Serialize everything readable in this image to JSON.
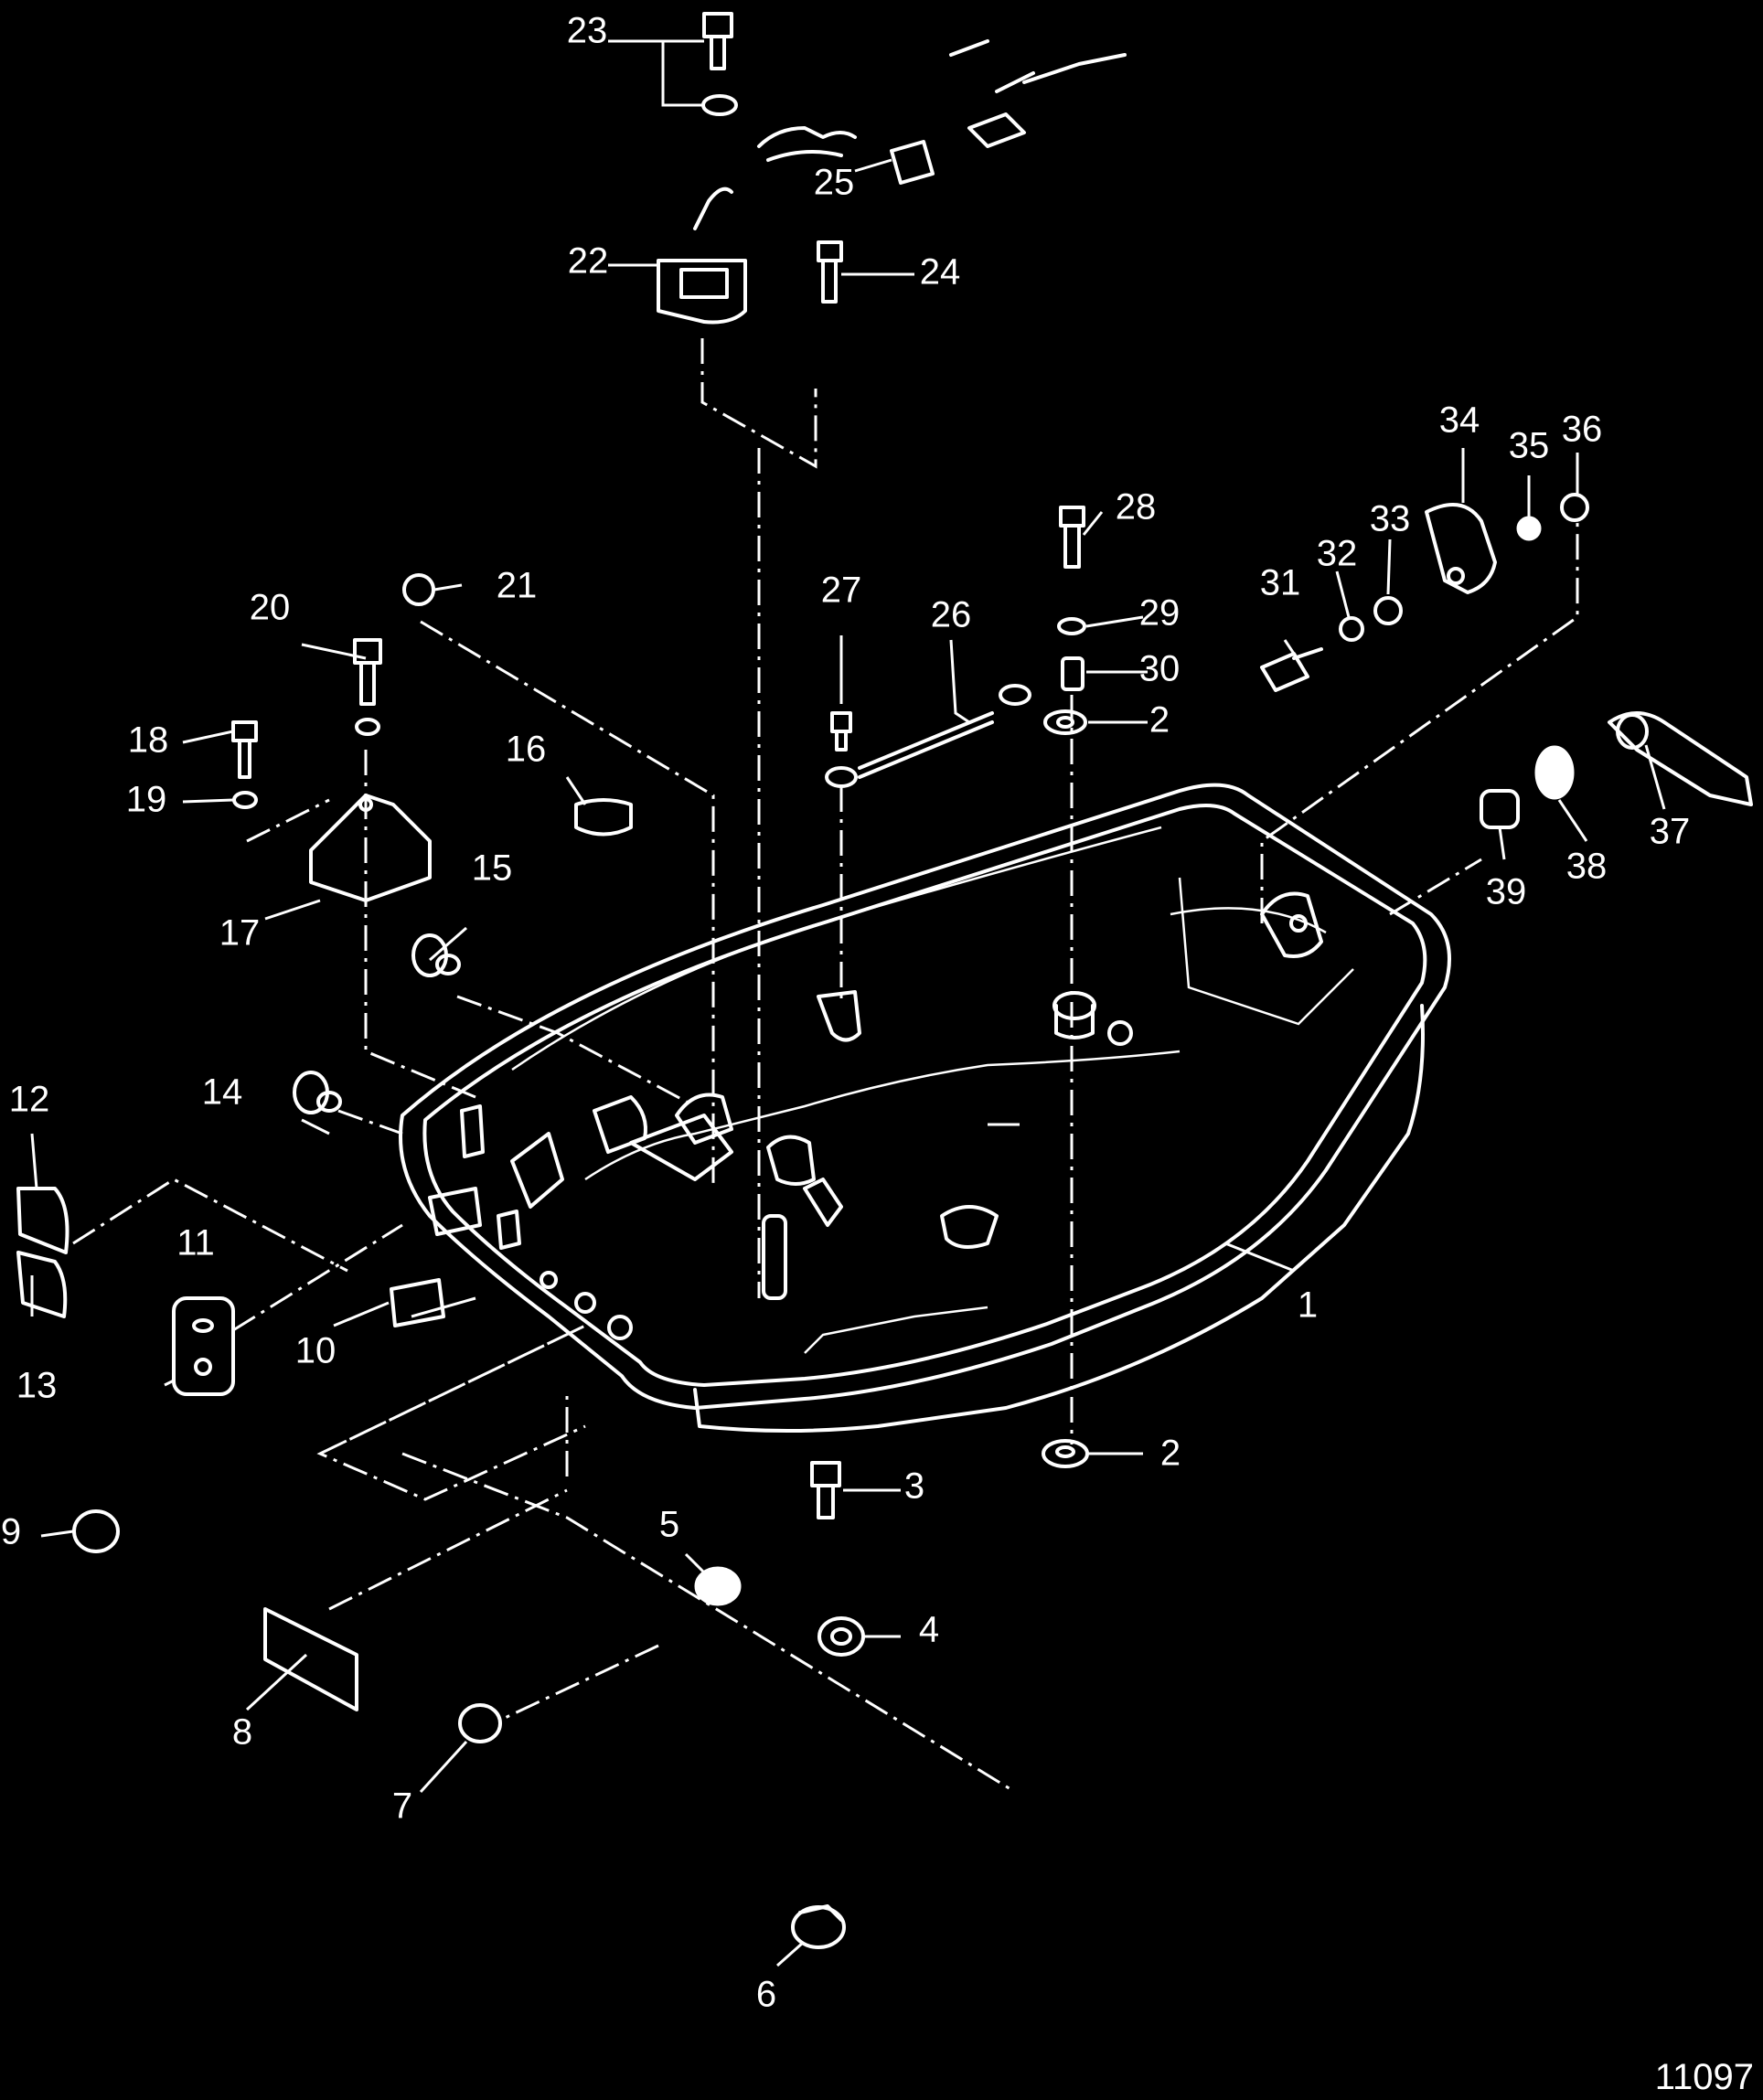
{
  "figure_id": "11097",
  "callouts": [
    "1",
    "2",
    "2",
    "3",
    "4",
    "5",
    "6",
    "7",
    "8",
    "9",
    "10",
    "11",
    "12",
    "13",
    "14",
    "15",
    "16",
    "17",
    "18",
    "19",
    "20",
    "21",
    "22",
    "23",
    "24",
    "25",
    "26",
    "27",
    "28",
    "29",
    "30",
    "31",
    "32",
    "33",
    "34",
    "35",
    "36",
    "37",
    "38",
    "39"
  ],
  "colors": {
    "background": "#000000",
    "line": "#ffffff"
  }
}
